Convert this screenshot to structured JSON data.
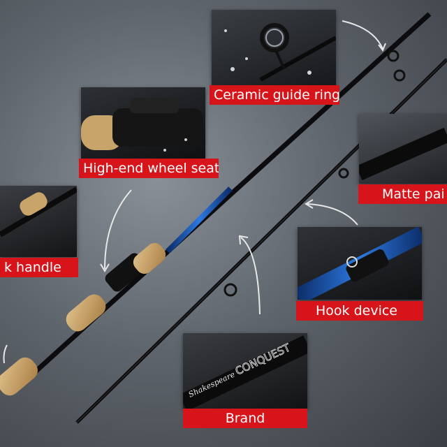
{
  "labels": {
    "ceramic_guide_ring": "Ceramic guide ring",
    "high_end_wheel_seat": "High-end wheel seat",
    "matte_paint": "Matte pai",
    "cork_handle": "k handle",
    "hook_device": "Hook device",
    "brand": "Brand"
  },
  "rod_text": {
    "maker": "Shakespeare",
    "model": "CONQUEST"
  },
  "colors": {
    "label_red": "#d7141a",
    "cork": "#c9a46a",
    "rod_blue": "#1f5fc4",
    "rod_black": "#0c0c0e"
  }
}
